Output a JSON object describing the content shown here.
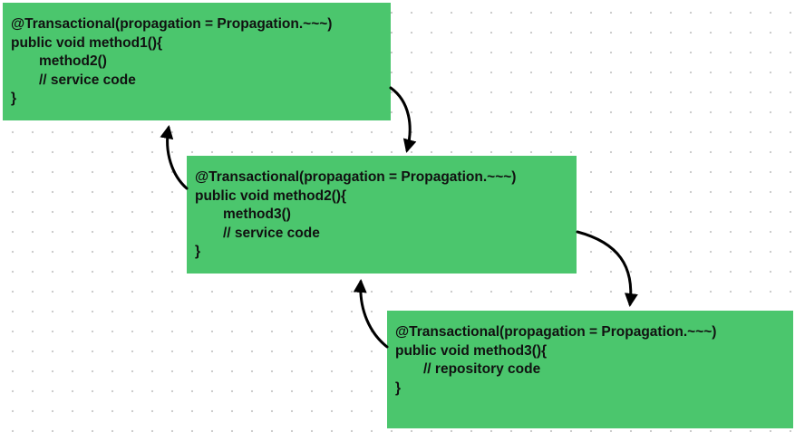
{
  "boxes": [
    {
      "lines": [
        {
          "text": "@Transactional(propagation = Propagation.~~~)",
          "indent": 0
        },
        {
          "text": "public void method1(){",
          "indent": 0
        },
        {
          "text": "method2()",
          "indent": 1
        },
        {
          "text": "// service code",
          "indent": 1
        },
        {
          "text": "}",
          "indent": 0
        }
      ]
    },
    {
      "lines": [
        {
          "text": "@Transactional(propagation = Propagation.~~~)",
          "indent": 0
        },
        {
          "text": "public void method2(){",
          "indent": 0
        },
        {
          "text": "method3()",
          "indent": 1
        },
        {
          "text": "// service code",
          "indent": 1
        },
        {
          "text": "}",
          "indent": 0
        }
      ]
    },
    {
      "lines": [
        {
          "text": "@Transactional(propagation = Propagation.~~~)",
          "indent": 0
        },
        {
          "text": "public void method3(){",
          "indent": 0
        },
        {
          "text": "// repository code",
          "indent": 1
        },
        {
          "text": "}",
          "indent": 0
        }
      ]
    }
  ],
  "colors": {
    "box_fill": "#4bc66d",
    "text": "#111111",
    "arrow": "#000000"
  }
}
